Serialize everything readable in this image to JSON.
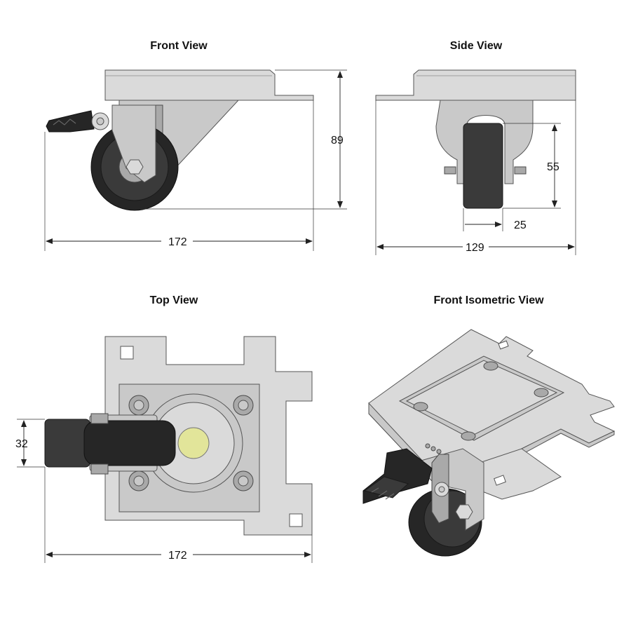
{
  "views": {
    "front": {
      "title": "Front View",
      "height_dim": "89",
      "width_dim": "172"
    },
    "side": {
      "title": "Side View",
      "wheel_height_dim": "55",
      "wheel_width_dim": "25",
      "width_dim": "129"
    },
    "top": {
      "title": "Top View",
      "wheel_width_dim": "32",
      "width_dim": "172"
    },
    "iso": {
      "title": "Front Isometric View"
    }
  },
  "colors": {
    "metal": "#c9c9c9",
    "rubber": "#3a3a3a",
    "axle_cap": "#e2e59a"
  }
}
